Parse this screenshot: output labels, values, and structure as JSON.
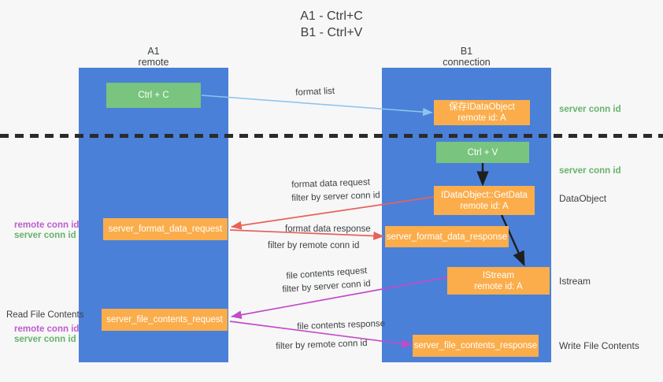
{
  "title": {
    "line1": "A1 - Ctrl+C",
    "line2": "B1 - Ctrl+V"
  },
  "colors": {
    "lane": "#4a80d8",
    "green_box": "#79c47e",
    "orange_box": "#fbad4b",
    "server_conn_id": "#68b36b",
    "remote_conn_id": "#c05ccf",
    "arrow_format_list": "#8ec4ec",
    "arrow_format_data": "#e8615a",
    "arrow_file_contents": "#c14bc9",
    "arrow_black": "#1f1f1f",
    "background": "#f7f7f7"
  },
  "columns": [
    {
      "name": "A1",
      "subtitle": "remote"
    },
    {
      "name": "B1",
      "subtitle": "connection"
    }
  ],
  "boxes": {
    "ctrl_c": {
      "line1": "Ctrl + C",
      "line2": ""
    },
    "ctrl_v": {
      "line1": "Ctrl + V",
      "line2": ""
    },
    "idataobject_remote": {
      "line1": "保存IDataObject",
      "line2": "remote id: A"
    },
    "idataobject_getdata": {
      "line1": "IDataObject::GetData",
      "line2": "remote id: A"
    },
    "istream": {
      "line1": "IStream",
      "line2": "remote id: A"
    },
    "server_format_data_request": {
      "line1": "server_format_data_request",
      "line2": ""
    },
    "server_format_data_response": {
      "line1": "server_format_data_response",
      "line2": ""
    },
    "server_file_contents_request": {
      "line1": "server_file_contents_request",
      "line2": ""
    },
    "server_file_contents_response": {
      "line1": "server_file_contents_response",
      "line2": ""
    }
  },
  "arrow_labels": {
    "format_list": "format list",
    "format_data_request": "format data request",
    "format_data_request_filter_prefix": "filter by ",
    "format_data_request_filter_key": "server conn id",
    "format_data_response": "format data response",
    "format_data_response_filter_prefix": "filter by ",
    "format_data_response_filter_key": "remote conn id",
    "file_contents_request": "file contents request",
    "file_contents_request_filter_prefix": "filter by ",
    "file_contents_request_filter_key": "server conn id",
    "file_contents_response": "file contents response",
    "file_contents_response_filter_prefix": "filter by ",
    "file_contents_response_filter_key": "remote conn id"
  },
  "side_labels": {
    "right_server_conn_id_1": "server conn id",
    "right_server_conn_id_2": "server conn id",
    "right_dataobject": "DataObject",
    "right_istream": "Istream",
    "right_write_file_contents": "Write File Contents",
    "left_remote_conn_id_1": "remote conn id",
    "left_server_conn_id_1": "server conn id",
    "left_read_file_contents": "Read File Contents",
    "left_remote_conn_id_2": "remote conn id",
    "left_server_conn_id_2": "server conn id"
  }
}
